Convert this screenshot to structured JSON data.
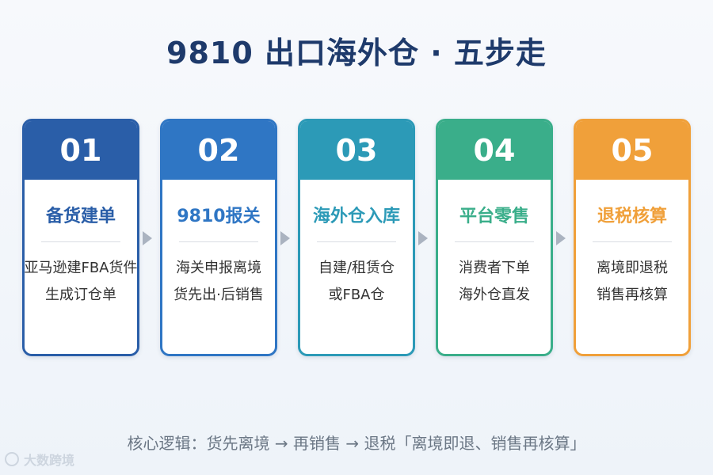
{
  "title": "9810 出口海外仓 · 五步走",
  "steps": [
    {
      "num": "01",
      "title": "备货建单",
      "line1": "亚马逊建FBA货件",
      "line2": "生成订仓单",
      "color": "#2a5ea8"
    },
    {
      "num": "02",
      "title": "9810报关",
      "line1": "海关申报离境",
      "line2": "货先出·后销售",
      "color": "#2f76c4"
    },
    {
      "num": "03",
      "title": "海外仓入库",
      "line1": "自建/租赁仓",
      "line2": "或FBA仓",
      "color": "#2c9ab7"
    },
    {
      "num": "04",
      "title": "平台零售",
      "line1": "消费者下单",
      "line2": "海外仓直发",
      "color": "#3aae8a"
    },
    {
      "num": "05",
      "title": "退税核算",
      "line1": "离境即退税",
      "line2": "销售再核算",
      "color": "#f0a03a"
    }
  ],
  "footer": "核心逻辑：货先离境 → 再销售 → 退税「离境即退、销售再核算」",
  "watermark": "大数跨境"
}
